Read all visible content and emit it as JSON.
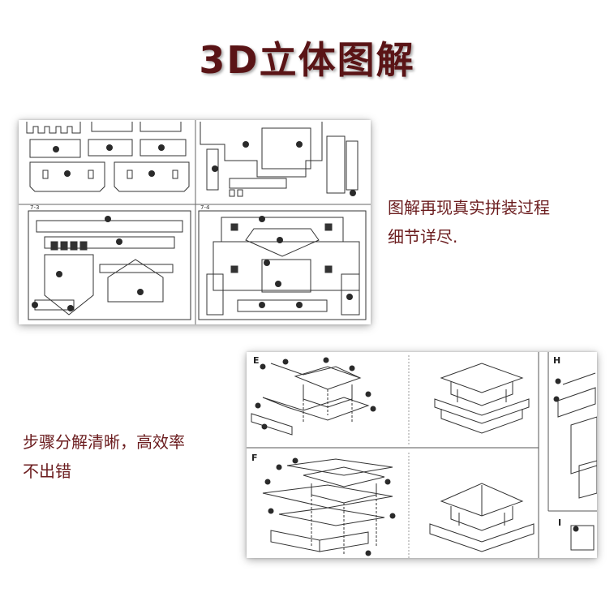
{
  "title": "3D立体图解",
  "section1": {
    "caption_lines": [
      "图解再现真实拼装过程",
      "细节详尽."
    ],
    "sheet_labels": [
      "7-3",
      "7-4"
    ]
  },
  "section2": {
    "caption_lines": [
      "步骤分解清晰，高效率",
      "不出错"
    ],
    "step_labels": [
      "E",
      "F",
      "H",
      "I"
    ]
  },
  "colors": {
    "title": "#5a1416",
    "caption": "#6b1c1e",
    "line_art": "#333333"
  }
}
